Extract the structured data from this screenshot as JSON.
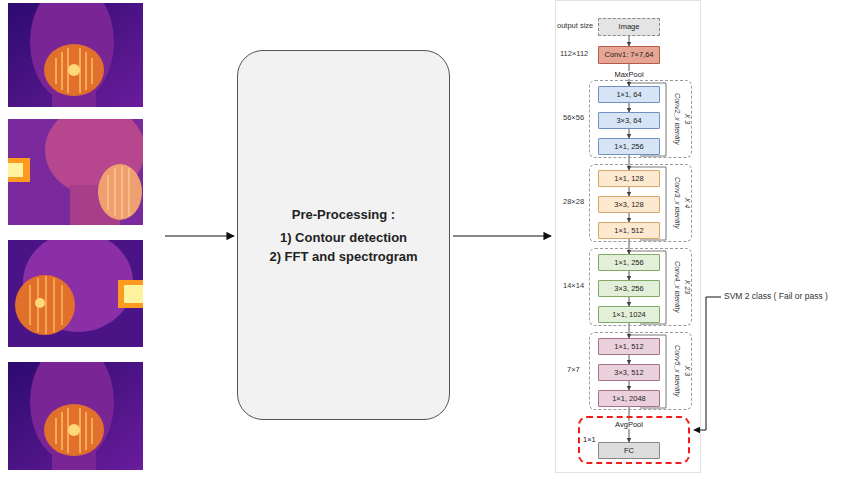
{
  "diagram": {
    "nodes": [
      {
        "text": [
          "Pre-Processing :",
          "1) Contour detection",
          "2) FFT and spectrogram"
        ]
      },
      {
        "text": [
          "Image"
        ]
      },
      {
        "text": [
          "Conv1: 7×7,64"
        ]
      },
      {
        "text": [
          "Conv2_x identity",
          "X 3"
        ]
      },
      {
        "text": [
          "1×1, 64"
        ],
        "in": 3
      },
      {
        "text": [
          "3×3, 64"
        ],
        "in": 3
      },
      {
        "text": [
          "1×1, 256"
        ],
        "in": 3
      },
      {
        "text": [
          "Conv3_x identity",
          "X 4"
        ]
      },
      {
        "text": [
          "1×1, 128"
        ],
        "in": 7
      },
      {
        "text": [
          "3×3, 128"
        ],
        "in": 7
      },
      {
        "text": [
          "1×1, 512"
        ],
        "in": 7
      },
      {
        "text": [
          "Conv4_x identity",
          "X 23"
        ]
      },
      {
        "text": [
          "1×1, 256"
        ],
        "in": 11
      },
      {
        "text": [
          "3×3, 256"
        ],
        "in": 11
      },
      {
        "text": [
          "1×1, 1024"
        ],
        "in": 11
      },
      {
        "text": [
          "Conv5_x identity",
          "X 3"
        ]
      },
      {
        "text": [
          "1×1, 512"
        ],
        "in": 15
      },
      {
        "text": [
          "3×3, 512"
        ],
        "in": 15
      },
      {
        "text": [
          "1×1, 2048"
        ],
        "in": 15
      },
      {
        "text": [
          "1×1"
        ]
      },
      {
        "text": [
          "FC"
        ],
        "in": 19
      }
    ],
    "edges": [
      {
        "from": 1,
        "to": 2,
        "arrow": "to"
      },
      {
        "from": 2,
        "to": 4,
        "label": "MaxPool",
        "arrow": "to"
      },
      {
        "from": 4,
        "to": 5,
        "arrow": "to"
      },
      {
        "from": 5,
        "to": 6,
        "arrow": "to"
      },
      {
        "from": 6,
        "to": 8,
        "arrow": "to"
      },
      {
        "from": 8,
        "to": 9,
        "arrow": "to"
      },
      {
        "from": 9,
        "to": 10,
        "arrow": "to"
      },
      {
        "from": 10,
        "to": 12,
        "arrow": "to"
      },
      {
        "from": 12,
        "to": 13,
        "arrow": "to"
      },
      {
        "from": 13,
        "to": 14,
        "arrow": "to"
      },
      {
        "from": 14,
        "to": 16,
        "arrow": "to"
      },
      {
        "from": 16,
        "to": 17,
        "arrow": "to"
      },
      {
        "from": 17,
        "to": 18,
        "arrow": "to"
      },
      {
        "from": 18,
        "to": 20,
        "label": "AvgPool",
        "arrow": "to"
      }
    ],
    "labels": [
      "output size",
      "112×112",
      "56×56",
      "28×28",
      "14×14",
      "7×7",
      "SVM 2 class ( Fail or pass )"
    ]
  }
}
